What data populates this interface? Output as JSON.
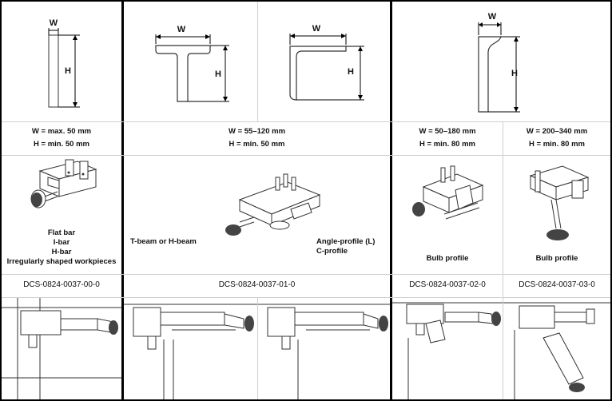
{
  "dim_labels": {
    "w": "W",
    "h": "H"
  },
  "specs": {
    "flat": [
      "W = max. 50 mm",
      "H = min. 50 mm"
    ],
    "tbeam": [
      "W = 55–120 mm",
      "H = min. 50 mm"
    ],
    "bulb_small": [
      "W = 50–180 mm",
      "H = min. 80 mm"
    ],
    "bulb_large": [
      "W = 200–340 mm",
      "H = min. 80 mm"
    ]
  },
  "labels": {
    "flat": [
      "Flat bar",
      "I-bar",
      "H-bar",
      "Irregularly shaped workpieces"
    ],
    "tbeam": "T-beam or H-beam",
    "angle": [
      "Angle-profile (L)",
      "C-profile"
    ],
    "bulb_small": "Bulb profile",
    "bulb_large": "Bulb profile"
  },
  "codes": {
    "flat": "DCS-0824-0037-00-0",
    "tbeam": "DCS-0824-0037-01-0",
    "bulb_small": "DCS-0824-0037-02-0",
    "bulb_large": "DCS-0824-0037-03-0"
  }
}
